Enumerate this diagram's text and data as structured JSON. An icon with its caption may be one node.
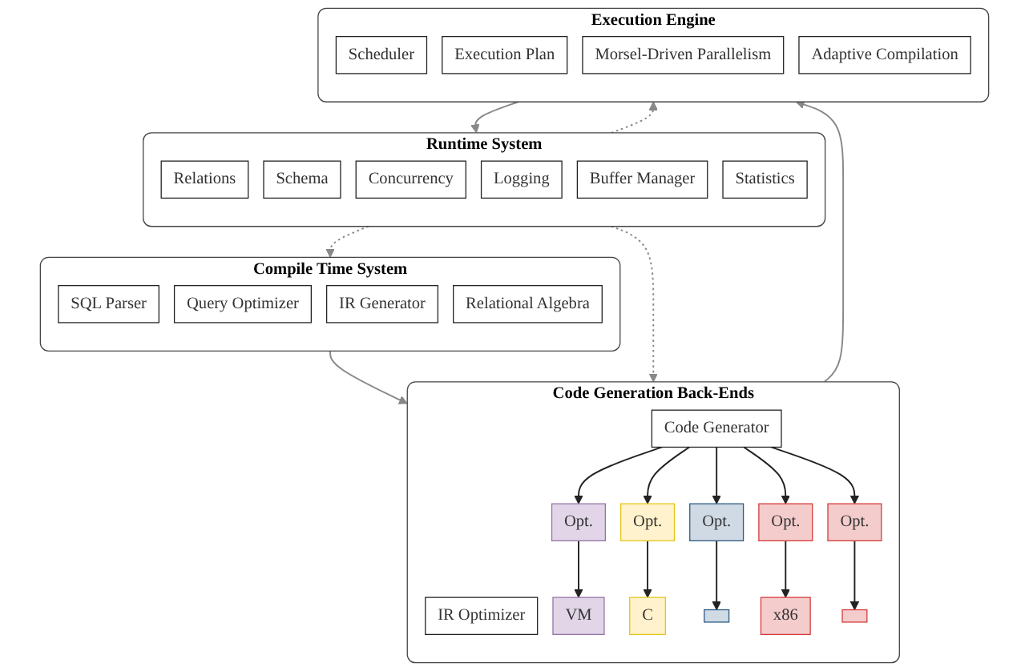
{
  "diagram": {
    "nodes": [
      {
        "text": [
          "Compile Time System"
        ]
      },
      {
        "text": [
          "SQL Parser"
        ],
        "in": 0
      },
      {
        "text": [
          "Query Optimizer"
        ],
        "in": 0
      },
      {
        "text": [
          "IR Generator"
        ],
        "in": 0
      },
      {
        "text": [
          "Relational Algebra"
        ],
        "in": 0
      },
      {
        "text": [
          "Runtime System"
        ]
      },
      {
        "text": [
          "Relations"
        ],
        "in": 5
      },
      {
        "text": [
          "Schema"
        ],
        "in": 5
      },
      {
        "text": [
          "Concurrency"
        ],
        "in": 5
      },
      {
        "text": [
          "Logging"
        ],
        "in": 5
      },
      {
        "text": [
          "Buffer Manager"
        ],
        "in": 5
      },
      {
        "text": [
          "Statistics"
        ],
        "in": 5
      },
      {
        "text": [
          "Code Generation Back-Ends"
        ]
      },
      {
        "text": [
          "IR Optimizer"
        ],
        "in": 12
      },
      {
        "text": [
          "Code Generator"
        ],
        "in": 12
      },
      {
        "text": [
          "Opt."
        ],
        "in": 12
      },
      {
        "text": [
          "Opt."
        ],
        "in": 12
      },
      {
        "text": [
          "Opt."
        ],
        "in": 12
      },
      {
        "text": [
          "Opt."
        ],
        "in": 12
      },
      {
        "text": [
          "Opt."
        ],
        "in": 12
      },
      {
        "text": [
          "VM"
        ],
        "in": 12
      },
      {
        "text": [
          "C"
        ],
        "in": 12
      },
      {
        "text": [],
        "shape": "box",
        "in": 12
      },
      {
        "text": [
          "x86"
        ],
        "in": 12
      },
      {
        "text": [],
        "shape": "box",
        "in": 12
      },
      {
        "text": [
          "Execution Engine"
        ]
      },
      {
        "text": [
          "Scheduler"
        ],
        "in": 25
      },
      {
        "text": [
          "Execution Plan"
        ],
        "in": 25
      },
      {
        "text": [
          "Morsel-Driven Parallelism"
        ],
        "in": 25
      },
      {
        "text": [
          "Adaptive Compilation"
        ],
        "in": 25
      }
    ],
    "edges": [
      {
        "from": 5,
        "to": 0,
        "arrow": "to",
        "style": "dashed",
        "color": "#888888"
      },
      {
        "from": 0,
        "to": 12,
        "arrow": "to",
        "color": "#888888"
      },
      {
        "from": 5,
        "to": 12,
        "arrow": "to",
        "style": "dashed",
        "color": "#888888"
      },
      {
        "from": 5,
        "to": 25,
        "arrow": "to",
        "style": "dashed",
        "color": "#888888"
      },
      {
        "from": 25,
        "to": 5,
        "arrow": "to",
        "color": "#888888"
      },
      {
        "from": 12,
        "to": 25,
        "arrow": "to",
        "color": "#888888"
      },
      {
        "from": 14,
        "to": 15,
        "arrow": "to"
      },
      {
        "from": 14,
        "to": 16,
        "arrow": "to"
      },
      {
        "from": 14,
        "to": 17,
        "arrow": "to"
      },
      {
        "from": 14,
        "to": 18,
        "arrow": "to"
      },
      {
        "from": 14,
        "to": 19,
        "arrow": "to"
      },
      {
        "from": 15,
        "to": 20,
        "arrow": "to"
      },
      {
        "from": 16,
        "to": 21,
        "arrow": "to"
      },
      {
        "from": 17,
        "to": 22,
        "arrow": "to"
      },
      {
        "from": 18,
        "to": 23,
        "arrow": "to"
      },
      {
        "from": 19,
        "to": 24,
        "arrow": "to"
      }
    ]
  }
}
